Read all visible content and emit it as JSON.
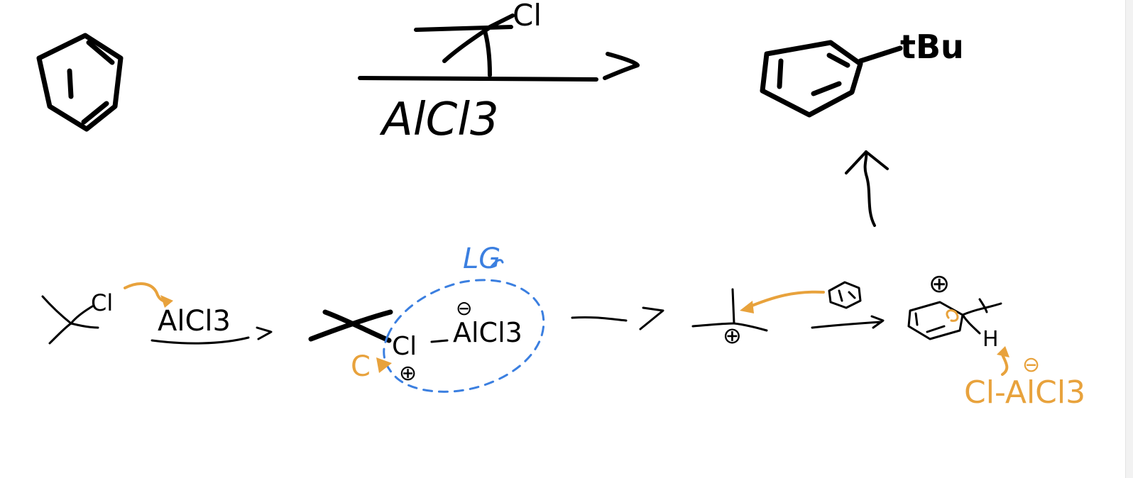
{
  "colors": {
    "ink": "#000000",
    "arrow_orange": "#E8A23C",
    "leaving_group_blue": "#3B7FE0",
    "background": "#FFFFFF"
  },
  "overall_reaction": {
    "reagent_top": "Cl",
    "reagent_bottom": "AlCl3",
    "product_substituent": "tBu"
  },
  "mechanism": {
    "step1_reactant_label": "Cl",
    "step1_lewis_acid": "AlCl3",
    "complex_chlorine": "Cl",
    "complex_aluminum": "AlCl3",
    "complex_minus_charge": "⊖",
    "complex_plus_charge": "⊕",
    "complex_cleavage_label": "C",
    "leaving_group_label": "LG",
    "carbocation_charge": "⊕",
    "arenium_plus_charge": "⊕",
    "arenium_hydrogen": "H",
    "base_minus_charge": "⊖",
    "base_label": "Cl-AlCl3"
  }
}
